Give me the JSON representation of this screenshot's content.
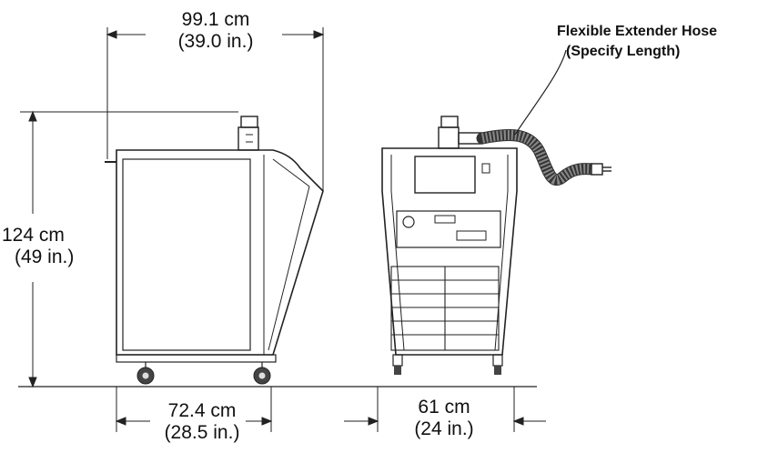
{
  "dimensions": {
    "depth_top": {
      "metric": "99.1 cm",
      "imperial": "(39.0 in.)"
    },
    "height": {
      "metric": "124 cm",
      "imperial": "(49 in.)"
    },
    "base_depth": {
      "metric": "72.4 cm",
      "imperial": "(28.5 in.)"
    },
    "width": {
      "metric": "61 cm",
      "imperial": "(24 in.)"
    }
  },
  "callout": {
    "line1": "Flexible Extender Hose",
    "line2": "(Specify Length)"
  },
  "colors": {
    "line": "#222222",
    "hose": "#333333",
    "panel": "#f4f4f4"
  }
}
